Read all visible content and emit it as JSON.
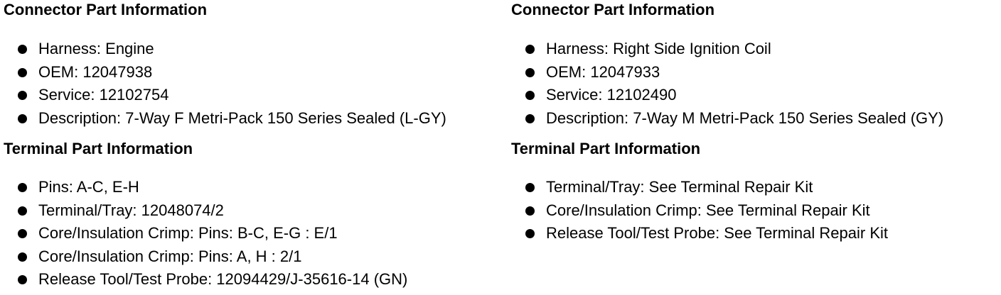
{
  "left": {
    "connector": {
      "heading": "Connector Part Information",
      "items": [
        "Harness: Engine",
        "OEM: 12047938",
        "Service: 12102754",
        "Description: 7-Way F Metri-Pack 150 Series Sealed (L-GY)"
      ]
    },
    "terminal": {
      "heading": "Terminal Part Information",
      "items": [
        "Pins: A-C, E-H",
        "Terminal/Tray: 12048074/2",
        "Core/Insulation Crimp: Pins: B-C, E-G : E/1",
        "Core/Insulation Crimp: Pins: A, H : 2/1",
        "Release Tool/Test Probe: 12094429/J-35616-14 (GN)"
      ]
    }
  },
  "right": {
    "connector": {
      "heading": "Connector Part Information",
      "items": [
        "Harness: Right Side Ignition Coil",
        "OEM: 12047933",
        "Service: 12102490",
        "Description: 7-Way M Metri-Pack 150 Series Sealed (GY)"
      ]
    },
    "terminal": {
      "heading": "Terminal Part Information",
      "items": [
        "Terminal/Tray: See Terminal Repair Kit",
        "Core/Insulation Crimp: See Terminal Repair Kit",
        "Release Tool/Test Probe: See Terminal Repair Kit"
      ]
    }
  }
}
